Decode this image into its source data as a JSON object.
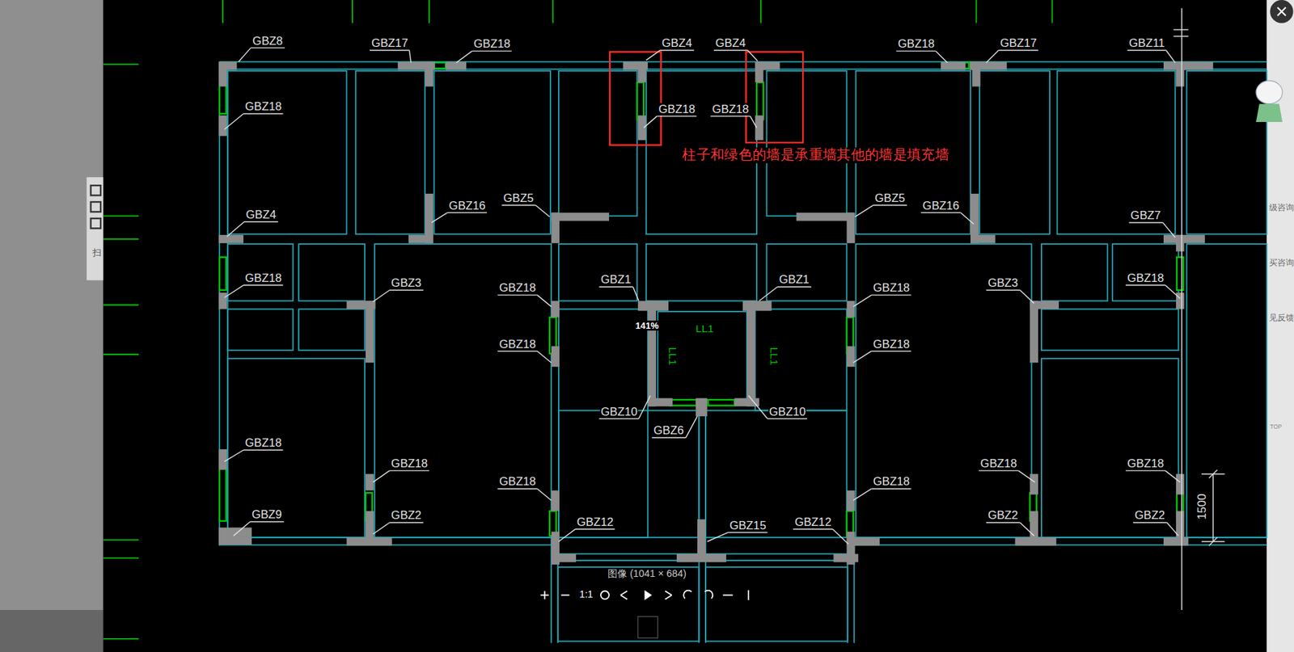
{
  "diagram": {
    "labels": [
      "GBZ8",
      "GBZ17",
      "GBZ18",
      "GBZ4",
      "GBZ4",
      "GBZ18",
      "GBZ17",
      "GBZ11",
      "GBZ18",
      "GBZ18",
      "GBZ18",
      "GBZ5",
      "GBZ5",
      "GBZ16",
      "GBZ16",
      "GBZ4",
      "GBZ7",
      "GBZ18",
      "GBZ3",
      "GBZ18",
      "GBZ1",
      "GBZ1",
      "GBZ18",
      "GBZ3",
      "GBZ18",
      "GBZ18",
      "GBZ18",
      "GBZ10",
      "GBZ10",
      "GBZ6",
      "GBZ18",
      "GBZ18",
      "GBZ18",
      "GBZ18",
      "GBZ18",
      "GBZ18",
      "GBZ9",
      "GBZ2",
      "GBZ12",
      "GBZ15",
      "GBZ12",
      "GBZ2",
      "GBZ2",
      "柱子和绿色的墙是承重墙其他的墙是填充墙",
      "141%",
      "LL1",
      "LL1",
      "LL1",
      "1500",
      "图像 (1041 × 684)",
      "1:1",
      "扫",
      "级咨询",
      "买咨询",
      "见反馈",
      "TOP"
    ]
  }
}
